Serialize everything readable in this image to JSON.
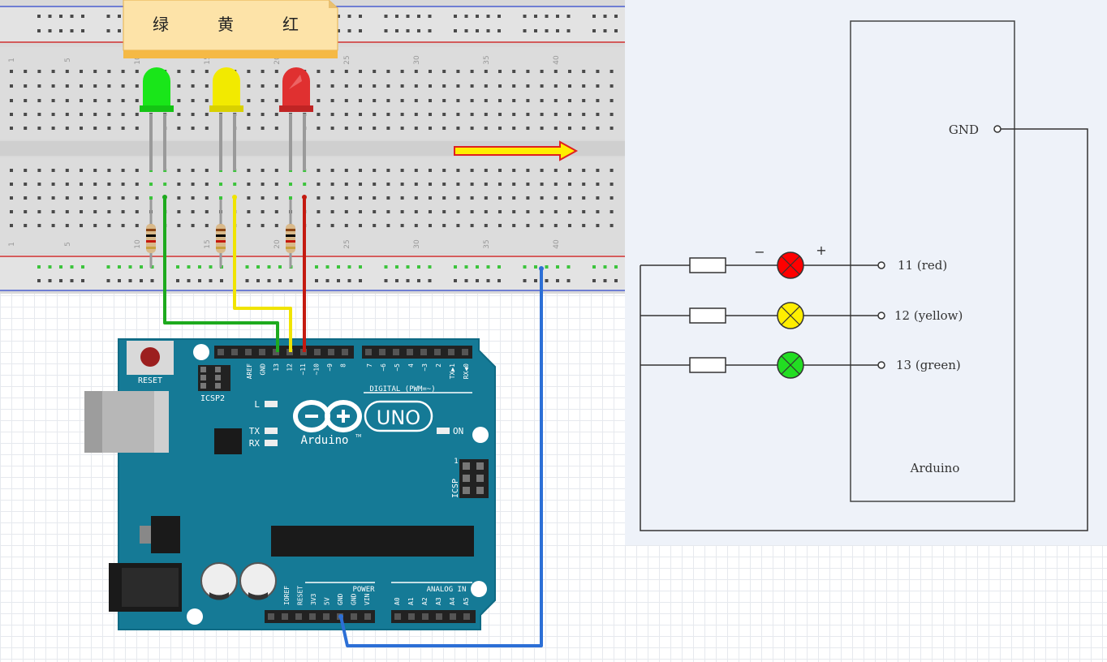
{
  "note": {
    "labels": [
      "绿",
      "黄",
      "红"
    ]
  },
  "breadboard": {
    "column_numbers": [
      "1",
      "5",
      "10",
      "15",
      "20",
      "25",
      "30",
      "35",
      "40"
    ]
  },
  "arduino": {
    "reset_label": "RESET",
    "icsp2_label": "ICSP2",
    "icsp_label": "ICSP",
    "l_label": "L",
    "tx_label": "TX",
    "rx_label": "RX",
    "on_label": "ON",
    "brand": "Arduino",
    "trademark": "TM",
    "model": "UNO",
    "digital_label": "DIGITAL (PWM=~)",
    "power_label": "POWER",
    "analog_label": "ANALOG IN",
    "icsp_pin_number": "1",
    "digital_pins": [
      "AREF",
      "GND",
      "13",
      "12",
      "~11",
      "~10",
      "~9",
      "8",
      "7",
      "~6",
      "~5",
      "4",
      "~3",
      "2",
      "TX▶1",
      "RX◀0"
    ],
    "power_pins": [
      "IOREF",
      "RESET",
      "3V3",
      "5V",
      "GND",
      "GND",
      "VIN"
    ],
    "analog_pins": [
      "A0",
      "A1",
      "A2",
      "A3",
      "A4",
      "A5"
    ]
  },
  "schematic": {
    "gnd_label": "GND",
    "pin_labels": [
      "11 (red)",
      "12 (yellow)",
      "13 (green)"
    ],
    "minus": "−",
    "plus": "+",
    "arduino_label": "Arduino"
  },
  "colors": {
    "led_green": "#19e619",
    "led_yellow": "#f2ea00",
    "led_red": "#e03030",
    "wire_green": "#1eaa1e",
    "wire_yellow": "#f0e400",
    "wire_red": "#c41a10",
    "wire_blue": "#2c6fd6",
    "board": "#157a96",
    "arrow_fill": "#ffee00",
    "arrow_stroke": "#e02020"
  }
}
